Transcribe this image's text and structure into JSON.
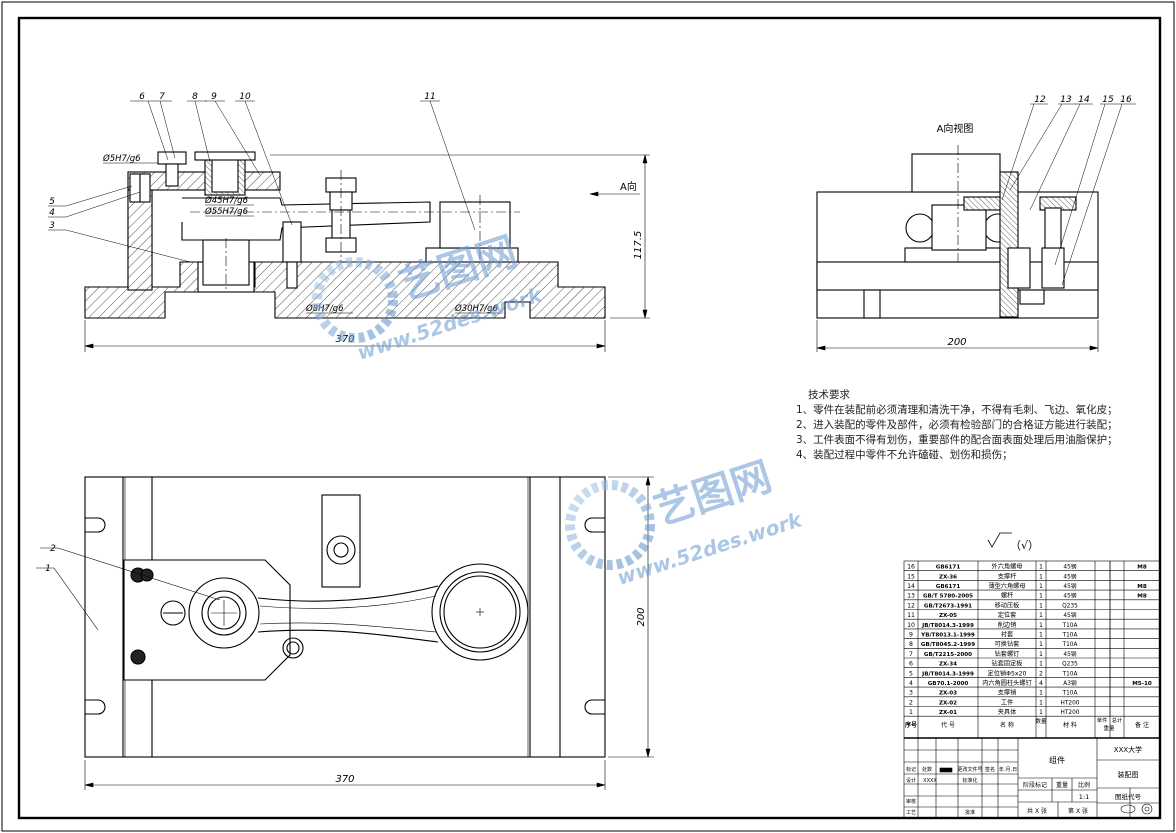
{
  "views": {
    "front": {
      "balloons": [
        "6",
        "7",
        "8",
        "9",
        "10",
        "11",
        "5",
        "4",
        "3"
      ],
      "fits": [
        "Ø5H7/g6",
        "Ø45H7/g6",
        "Ø55H7/g6",
        "Ø8H7/g6",
        "Ø30H7/g6"
      ],
      "dims": {
        "width": "370",
        "height": "117.5"
      },
      "arrow_label": "A向"
    },
    "side": {
      "title": "A向视图",
      "balloons": [
        "12",
        "13",
        "14",
        "15",
        "16"
      ],
      "dims": {
        "width": "200"
      }
    },
    "top": {
      "balloons": [
        "2",
        "1"
      ],
      "dims": {
        "width": "370",
        "height": "200"
      }
    }
  },
  "tech": {
    "title": "技术要求",
    "items": [
      "1、零件在装配前必须清理和清洗干净，不得有毛刺、飞边、氧化皮；",
      "2、进入装配的零件及部件，必须有检验部门的合格证方能进行装配；",
      "3、工件表面不得有划伤，重要部件的配合面表面处理后用油脂保护；",
      "4、装配过程中零件不允许磕碰、划伤和损伤；"
    ]
  },
  "roughness": "（√）",
  "watermark": {
    "brand": "艺图网",
    "url": "www.52des.work"
  },
  "bom": {
    "rows": [
      {
        "no": "16",
        "code": "GB6171",
        "name": "外六角螺母",
        "qty": "1",
        "mat": "45钢",
        "note": "M8"
      },
      {
        "no": "15",
        "code": "ZX-36",
        "name": "支撑杆",
        "qty": "1",
        "mat": "45钢",
        "note": ""
      },
      {
        "no": "14",
        "code": "GB6171",
        "name": "薄型六角螺母",
        "qty": "1",
        "mat": "45钢",
        "note": "M8"
      },
      {
        "no": "13",
        "code": "GB/T 5780-2005",
        "name": "螺杆",
        "qty": "1",
        "mat": "45钢",
        "note": "M8"
      },
      {
        "no": "12",
        "code": "GB/T2673-1991",
        "name": "移动压板",
        "qty": "1",
        "mat": "Q235",
        "note": ""
      },
      {
        "no": "11",
        "code": "ZX-05",
        "name": "定位套",
        "qty": "1",
        "mat": "45钢",
        "note": ""
      },
      {
        "no": "10",
        "code": "JB/T8014.3-1999",
        "name": "削边销",
        "qty": "1",
        "mat": "T10A",
        "note": ""
      },
      {
        "no": "9",
        "code": "YB/T8013.1-1999",
        "name": "衬套",
        "qty": "1",
        "mat": "T10A",
        "note": ""
      },
      {
        "no": "8",
        "code": "GB/T8045.2-1999",
        "name": "可换钻套",
        "qty": "1",
        "mat": "T10A",
        "note": ""
      },
      {
        "no": "7",
        "code": "GB/T2215-2000",
        "name": "钻套螺钉",
        "qty": "1",
        "mat": "45钢",
        "note": ""
      },
      {
        "no": "6",
        "code": "ZX-34",
        "name": "钻套固定板",
        "qty": "1",
        "mat": "Q235",
        "note": ""
      },
      {
        "no": "5",
        "code": "JB/T8014.3-1999",
        "name": "定位销Φ5x20",
        "qty": "2",
        "mat": "T10A",
        "note": ""
      },
      {
        "no": "4",
        "code": "GB70.1-2000",
        "name": "内六角圆柱头螺钉",
        "qty": "4",
        "mat": "A3钢",
        "note": "M5-10"
      },
      {
        "no": "3",
        "code": "ZX-03",
        "name": "支撑销",
        "qty": "1",
        "mat": "T10A",
        "note": ""
      },
      {
        "no": "2",
        "code": "ZX-02",
        "name": "工件",
        "qty": "1",
        "mat": "HT200",
        "note": ""
      },
      {
        "no": "1",
        "code": "ZX-01",
        "name": "夹具体",
        "qty": "1",
        "mat": "HT200",
        "note": ""
      }
    ],
    "header": {
      "no": "序号",
      "code": "代 号",
      "name": "名 称",
      "qty": "数量",
      "mat": "材 料",
      "weight_unit": "单件",
      "weight_total": "总计",
      "weight": "重量",
      "note": "备 注"
    }
  },
  "title_block": {
    "assembly": "组件",
    "school": "XXX大学",
    "drawing": "装配图",
    "drawing_no": "图纸代号",
    "stage": "阶段标记",
    "weight": "重量",
    "scale_label": "比例",
    "scale": "1:1",
    "sheet": "共 X 张",
    "sheet_no": "第 X 张",
    "change": "标记",
    "count": "处数",
    "zone": "更改文件号",
    "sign": "签名",
    "date": "年.月.日",
    "design": "设计",
    "designer": "XXXX",
    "standard": "标准化",
    "review": "审核",
    "process": "工艺",
    "approve": "批准"
  }
}
